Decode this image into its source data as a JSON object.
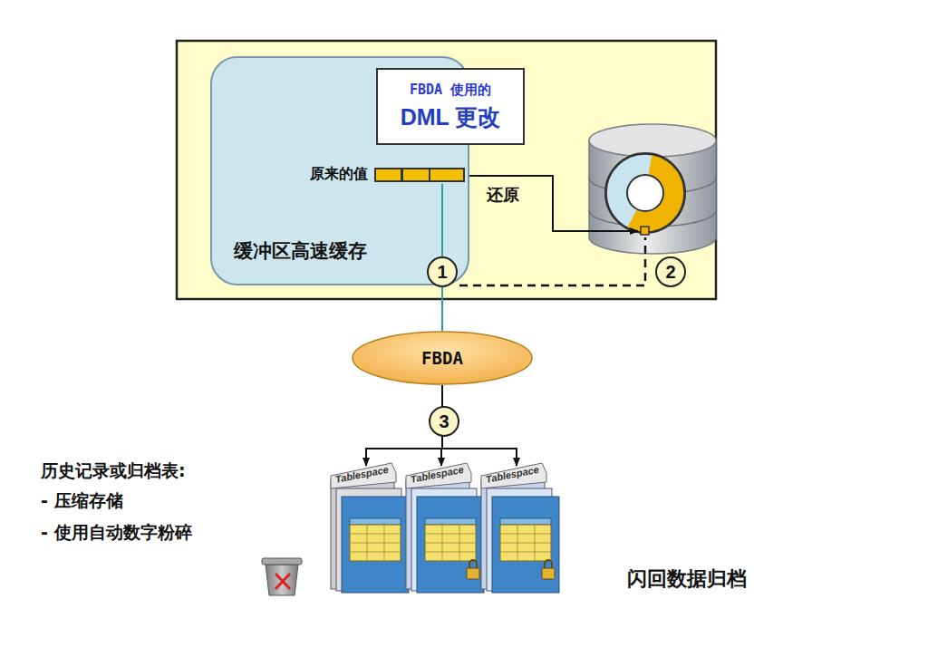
{
  "diagram": {
    "caption": "闪回数据归档",
    "nodes": [
      {
        "text": [
          "缓冲区高速缓存"
        ]
      },
      {
        "text": [
          "FBDA 使用的",
          "DML 更改"
        ],
        "in": 0
      },
      {
        "text": [
          "原来的值"
        ],
        "in": 0
      },
      {
        "text": [
          "FBDA"
        ]
      },
      {
        "text": [
          "Tablespace"
        ]
      },
      {
        "text": [
          "Tablespace"
        ]
      },
      {
        "text": [
          "Tablespace"
        ]
      }
    ],
    "edges": [
      {
        "from": 2,
        "to": 3,
        "arrow": "none"
      },
      {
        "from": 3,
        "to": 4,
        "arrow": "to"
      },
      {
        "from": 3,
        "to": 5,
        "arrow": "to"
      },
      {
        "from": 3,
        "to": 6,
        "arrow": "to"
      }
    ],
    "labels": [
      "还原",
      "1",
      "2",
      "3",
      "历史记录或归档表:",
      "- 压缩存储",
      "- 使用自动数字粉碎"
    ]
  }
}
